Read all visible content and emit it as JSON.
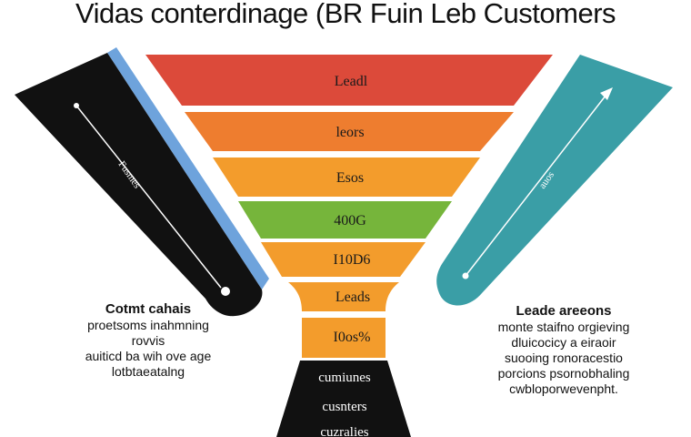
{
  "title": "Vidas conterdinage (BR Fuin Leb Customers",
  "funnel": {
    "stages": [
      {
        "label": "Leadl",
        "color": "#dc4a3a"
      },
      {
        "label": "leors",
        "color": "#ee7d2f"
      },
      {
        "label": "Esos",
        "color": "#f39c2c"
      },
      {
        "label": "400G",
        "color": "#76b53b"
      },
      {
        "label": "I10D6",
        "color": "#f39c2c"
      },
      {
        "label": "Leads",
        "color": "#f39c2c"
      },
      {
        "label": "I0os%",
        "color": "#f39c2c"
      }
    ],
    "base": {
      "color": "#111111",
      "labels": [
        "cumiunes",
        "cusnters",
        "cuzralies"
      ]
    }
  },
  "left_band": {
    "color": "#111111",
    "accent_color": "#6ea3dc",
    "label": "Fusmes"
  },
  "right_band": {
    "color": "#3a9ea6",
    "label": "auos"
  },
  "left_text": {
    "heading": "Cotmt cahais",
    "lines": [
      "proetsoms inahmning",
      "rovvis",
      "auiticd ba wih ove age",
      "lotbtaeatalng"
    ]
  },
  "right_text": {
    "heading": "Leade areeons",
    "lines": [
      "monte staifno orgieving",
      "dluicocicy a eiraoir",
      "suooing ronoracestio",
      "porcions psornobhaling",
      "cwbloporwevenpht."
    ]
  }
}
